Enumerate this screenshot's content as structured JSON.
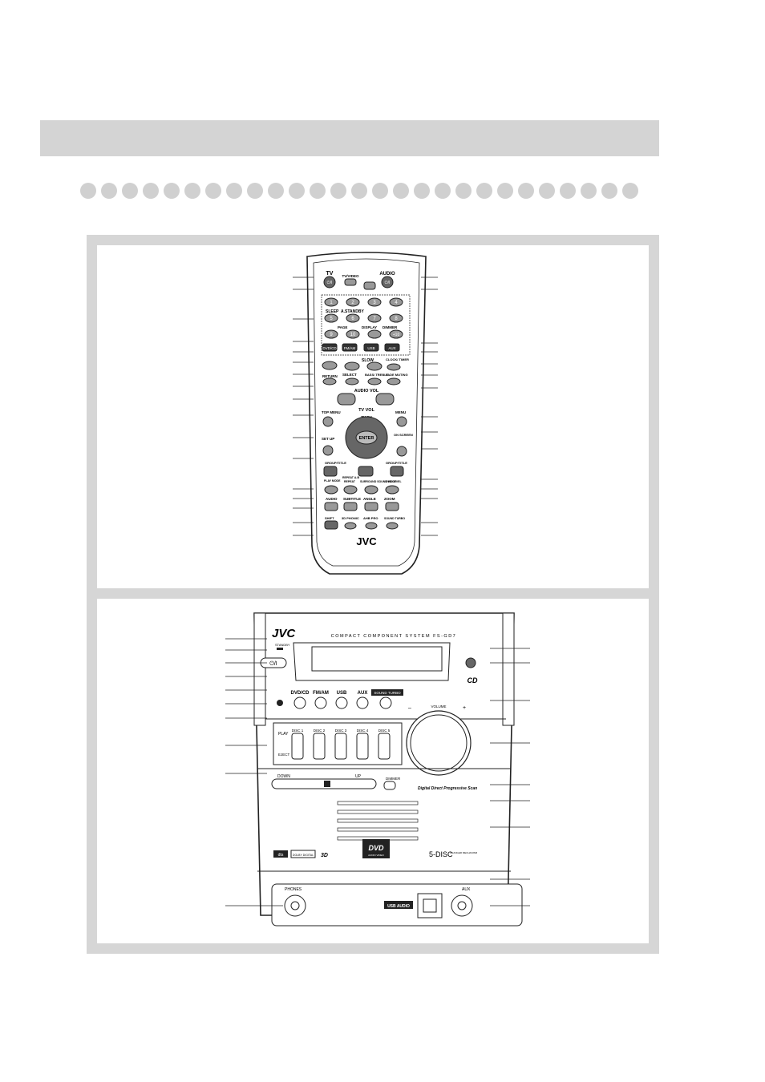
{
  "remote": {
    "buttons": [
      {
        "label": "TV",
        "sub": "⏻/I"
      },
      {
        "label": "TV/VIDEO"
      },
      {
        "label": "AUDIO",
        "sub": "⏻/I"
      },
      {
        "label": "1"
      },
      {
        "label": "2"
      },
      {
        "label": "3"
      },
      {
        "label": "4"
      },
      {
        "label": "SLEEP"
      },
      {
        "label": "A.STANDBY"
      },
      {
        "label": "5"
      },
      {
        "label": "6"
      },
      {
        "label": "7"
      },
      {
        "label": "8"
      },
      {
        "label": "PAGE"
      },
      {
        "label": "DISPLAY"
      },
      {
        "label": "DIMMER"
      },
      {
        "label": "9"
      },
      {
        "label": "10"
      },
      {
        "label": "+10"
      },
      {
        "label": "DVD/CD"
      },
      {
        "label": "FM/AM"
      },
      {
        "label": "USB"
      },
      {
        "label": "AUX"
      },
      {
        "label": "SLOW"
      },
      {
        "label": "CLOCK/ TIMER"
      },
      {
        "label": "RETURN"
      },
      {
        "label": "SELECT"
      },
      {
        "label": "BASS/ TREBLE"
      },
      {
        "label": "FADE MUTING"
      },
      {
        "label": "AUDIO VOL"
      },
      {
        "label": "TV VOL"
      },
      {
        "label": "TOP MENU"
      },
      {
        "label": "TV CH"
      },
      {
        "label": "MENU"
      },
      {
        "label": "ENTER"
      },
      {
        "label": "SET UP"
      },
      {
        "label": "ON SCREEN"
      },
      {
        "label": "GROUP/TITLE"
      },
      {
        "label": "GROUP/TITLE"
      },
      {
        "label": "PLAY MODE"
      },
      {
        "label": "REPEAT A-B"
      },
      {
        "label": "REPEAT"
      },
      {
        "label": "SURROUND SOUND MODE"
      },
      {
        "label": "DVD LEVEL"
      },
      {
        "label": "AUDIO"
      },
      {
        "label": "SUBTITLE"
      },
      {
        "label": "ANGLE"
      },
      {
        "label": "ZOOM"
      },
      {
        "label": "SHIFT"
      },
      {
        "label": "3D PHONIC"
      },
      {
        "label": "AHB PRO"
      },
      {
        "label": "SOUND TURBO"
      }
    ],
    "brand": "JVC"
  },
  "unit": {
    "brand": "JVC",
    "model_title": "COMPACT COMPONENT SYSTEM FS-GD7",
    "standby_label": "STANDBY",
    "power": "⏻/I",
    "source_labels": [
      "DVD/CD",
      "FM/AM",
      "USB",
      "AUX",
      "SOUND TURBO"
    ],
    "volume_label": "VOLUME",
    "volume_minus": "–",
    "volume_plus": "+",
    "play_label": "PLAY",
    "eject_label": "EJECT",
    "disc_labels": [
      "DISC 1",
      "DISC 2",
      "DISC 3",
      "DISC 4",
      "DISC 5"
    ],
    "down_label": "DOWN",
    "up_label": "UP",
    "dimmer_label": "DIMMER",
    "tagline": "Digital Direct Progressive Scan",
    "logos": [
      "dts",
      "DOLBY DIGITAL",
      "3D",
      "DVD"
    ],
    "dvd_sub": "AUDIO VIDEO",
    "five_disc": "5-DISC",
    "five_disc_sub": "CHANGER MECHANISM",
    "phones_label": "PHONES",
    "usb_audio_label": "USB AUDIO",
    "aux_label": "AUX"
  }
}
